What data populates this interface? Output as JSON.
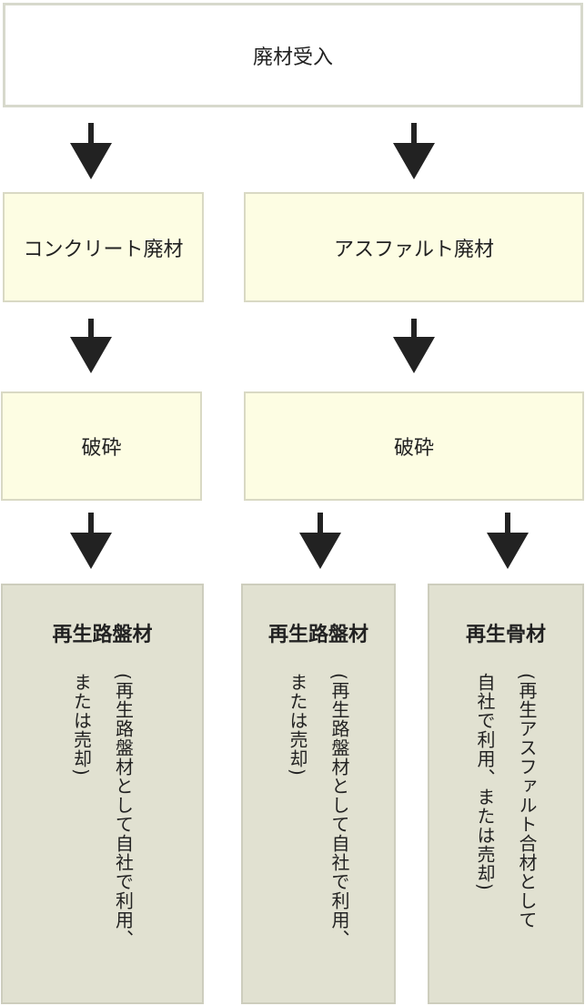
{
  "intake": {
    "label": "廃材受入"
  },
  "materials": [
    {
      "label": "コンクリート廃材"
    },
    {
      "label": "アスファルト廃材"
    }
  ],
  "processes": [
    {
      "label": "破砕"
    },
    {
      "label": "破砕"
    }
  ],
  "outputs": [
    {
      "title": "再生路盤材",
      "description": "(再生路盤材として自社で利用、\nまたは売却)"
    },
    {
      "title": "再生路盤材",
      "description": "(再生路盤材として自社で利用、\nまたは売却)"
    },
    {
      "title": "再生骨材",
      "description": "(再生アスファルト合材として\n自社で利用、または売却)"
    }
  ],
  "colors": {
    "intake_fill": "#ffffff",
    "material_fill": "#fdfde3",
    "output_fill": "#e1e1d1",
    "arrow": "#222222"
  }
}
